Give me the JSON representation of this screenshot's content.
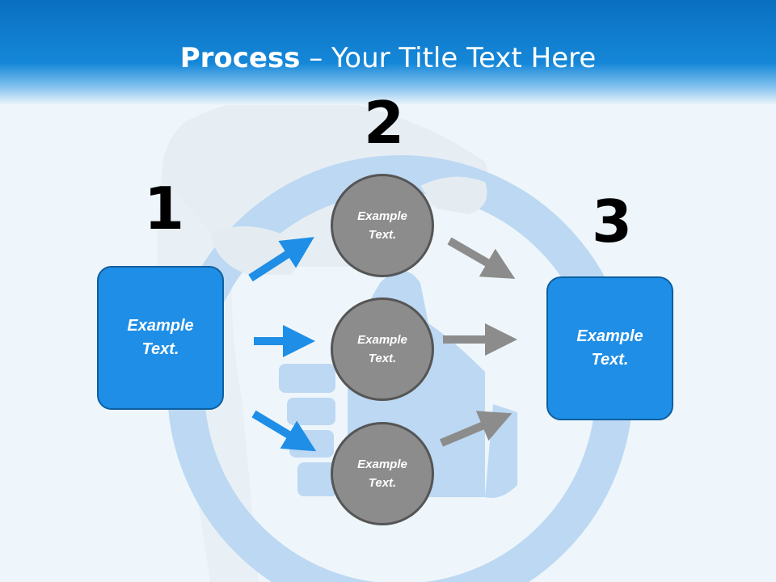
{
  "title": {
    "bold": "Process",
    "rest": " – Your Title Text Here"
  },
  "steps": {
    "n1": "1",
    "n2": "2",
    "n3": "3"
  },
  "left_box": "Example Text.",
  "right_box": "Example Text.",
  "circles": [
    "Example Text.",
    "Example Text.",
    "Example Text."
  ],
  "colors": {
    "header": "#1587d8",
    "box": "#1e8ee6",
    "circle": "#8c8c8c",
    "arrow_blue": "#1e8ee6",
    "arrow_gray": "#8c8c8c"
  }
}
